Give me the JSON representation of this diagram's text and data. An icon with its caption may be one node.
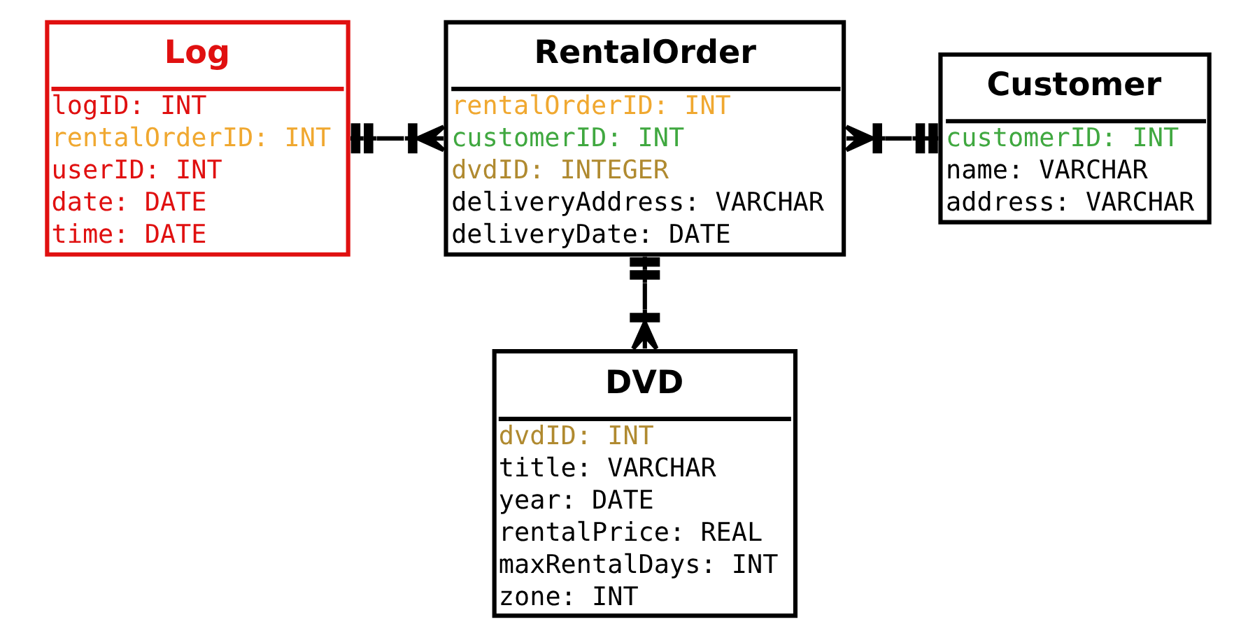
{
  "diagram": {
    "nodes": [
      {
        "text": [
          "Log",
          "logID: INT",
          "rentalOrderID: INT",
          "userID: INT",
          "date: DATE",
          "time: DATE"
        ]
      },
      {
        "text": [
          "RentalOrder",
          "rentalOrderID: INT",
          "customerID: INT",
          "dvdID: INTEGER",
          "deliveryAddress: VARCHAR",
          "deliveryDate: DATE"
        ]
      },
      {
        "text": [
          "Customer",
          "customerID: INT",
          "name: VARCHAR",
          "address: VARCHAR"
        ]
      },
      {
        "text": [
          "DVD",
          "dvdID: INT",
          "title: VARCHAR",
          "year: DATE",
          "rentalPrice: REAL",
          "maxRentalDays: INT",
          "zone: INT"
        ]
      }
    ],
    "edges": [
      {
        "from": 0,
        "to": 1,
        "arrow": "other"
      },
      {
        "from": 1,
        "to": 2,
        "arrow": "other"
      },
      {
        "from": 1,
        "to": 3,
        "arrow": "other"
      }
    ]
  }
}
